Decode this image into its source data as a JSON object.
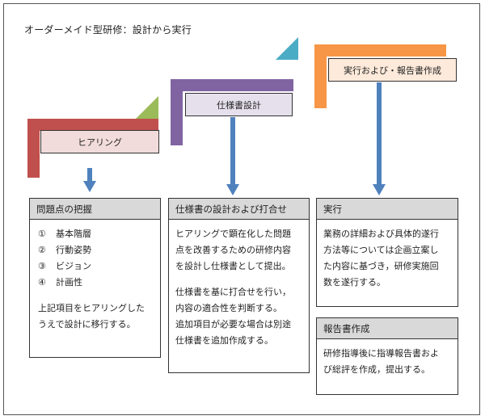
{
  "title": "オーダーメイド型研修：設計から実行",
  "colors": {
    "red": "#c0504d",
    "green": "#9bbb59",
    "purple": "#8064a2",
    "teal": "#4bacc6",
    "orange": "#f79646",
    "arrow": "#4f81bd",
    "label1_bg": "#f2dcdb",
    "label2_bg": "#e5e0ec",
    "label3_bg": "#fdeada",
    "header_bg": "#d9d9d9"
  },
  "stages": [
    {
      "label": "ヒアリング"
    },
    {
      "label": "仕様書設計"
    },
    {
      "label": "実行および・報告書作成"
    }
  ],
  "cards": {
    "hearing": {
      "header": "問題点の把握",
      "items": [
        {
          "num": "①",
          "text": "基本階層"
        },
        {
          "num": "②",
          "text": "行動姿勢"
        },
        {
          "num": "③",
          "text": "ビジョン"
        },
        {
          "num": "④",
          "text": "計画性"
        }
      ],
      "body": [
        "上記項目をヒアリングした",
        "うえで設計に移行する。"
      ]
    },
    "spec": {
      "header": "仕様書の設計および打合せ",
      "para1": [
        "ヒアリングで顕在化した問題",
        "点を改善するための研修内容",
        "を設計し仕様書として提出。"
      ],
      "para2": [
        "仕様書を基に打合せを行い，",
        "内容の適合性を判断する。",
        "追加項目が必要な場合は別途",
        "仕様書を追加作成する。"
      ]
    },
    "exec": {
      "header": "実行",
      "body": [
        "業務の詳細および具体的遂行",
        "方法等については企画立案し",
        "た内容に基づき，研修実施回",
        "数を遂行する。"
      ]
    },
    "report": {
      "header": "報告書作成",
      "body": [
        "研修指導後に指導報告書およ",
        "び総評を作成，提出する。"
      ]
    }
  }
}
